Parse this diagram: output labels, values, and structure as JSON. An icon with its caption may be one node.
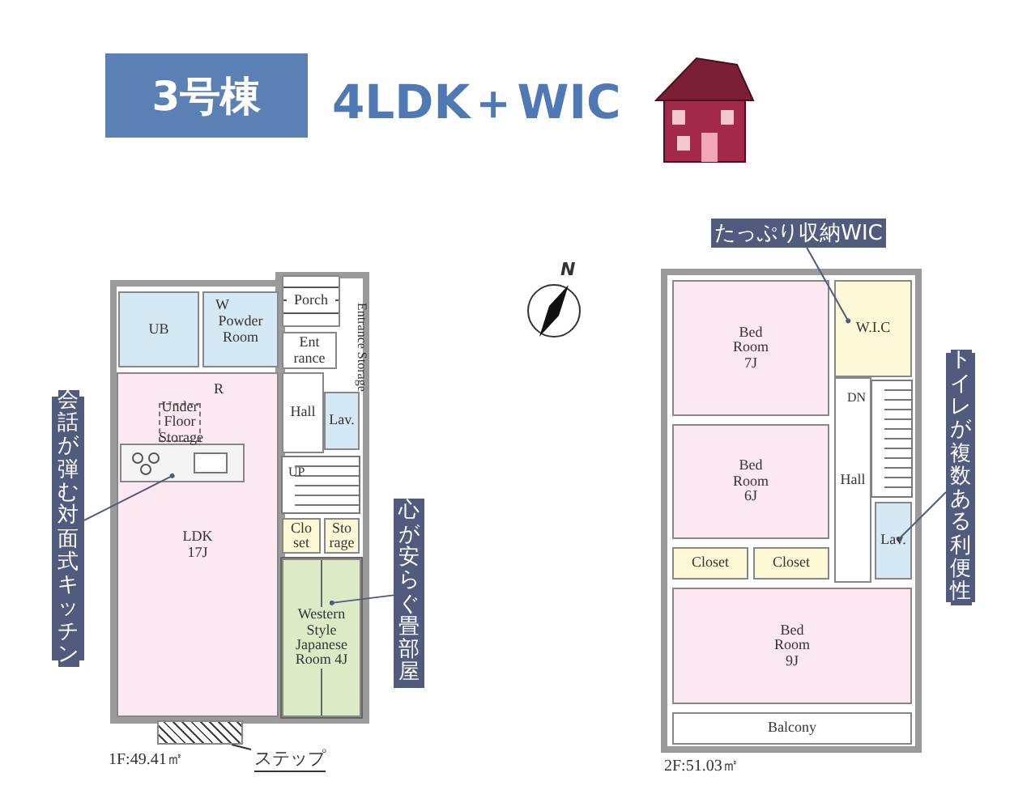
{
  "diagram": {
    "nodes": [
      {
        "text": [
          "3号棟"
        ]
      },
      {
        "text": [
          "UB"
        ]
      },
      {
        "text": [
          "Powder Room"
        ]
      },
      {
        "text": [
          "Porch"
        ]
      },
      {
        "text": [
          "Ent rance"
        ]
      },
      {
        "text": [
          "Entrance Storage"
        ]
      },
      {
        "text": [
          "会話が弾む対面式キッチン"
        ]
      },
      {
        "text": [
          "LDK 17J"
        ]
      },
      {
        "text": [
          "Under Floor Storage"
        ],
        "in": 7
      },
      {
        "text": [],
        "shape": "box",
        "in": 7
      },
      {
        "text": [
          "Hall"
        ]
      },
      {
        "text": [
          "Lav."
        ]
      },
      {
        "text": [
          "Clo set"
        ]
      },
      {
        "text": [
          "Sto rage"
        ]
      },
      {
        "text": [
          "Western Style Japanese Room 4J"
        ]
      },
      {
        "text": [
          "心が安らぐ畳部屋"
        ]
      },
      {
        "text": [],
        "shape": "bar"
      },
      {
        "text": [
          "ステップ"
        ]
      },
      {
        "text": [
          "たっぷり収納WIC"
        ]
      },
      {
        "text": [
          "Bed Room 7J"
        ]
      },
      {
        "text": [
          "W.I.C"
        ]
      },
      {
        "text": [
          "Hall"
        ]
      },
      {
        "text": [
          "Bed Room 6J"
        ]
      },
      {
        "text": [
          "Lav."
        ]
      },
      {
        "text": [
          "トイレが複数ある利便性"
        ]
      },
      {
        "text": [
          "Closet"
        ]
      },
      {
        "text": [
          "Closet"
        ]
      },
      {
        "text": [
          "Bed Room 9J"
        ]
      },
      {
        "text": [
          "Balcony"
        ]
      }
    ],
    "edges": [
      {
        "from": 6,
        "to": 9,
        "arrow": "other"
      },
      {
        "from": 15,
        "to": 14,
        "arrow": "other"
      },
      {
        "from": 17,
        "to": 16,
        "arrow": "none"
      },
      {
        "from": 18,
        "to": 20,
        "arrow": "other"
      },
      {
        "from": 24,
        "to": 23,
        "arrow": "other"
      }
    ],
    "labels": [
      "4LDK＋WIC",
      "W",
      "R",
      "UP",
      "1F:49.41㎡",
      "N",
      "DN",
      "2F:51.03㎡"
    ]
  }
}
